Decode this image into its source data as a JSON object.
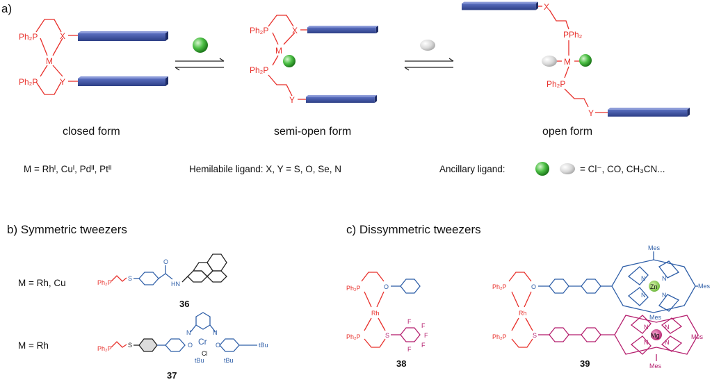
{
  "panel_a": {
    "label": "a)",
    "forms": {
      "closed": "closed form",
      "semi_open": "semi-open form",
      "open": "open form"
    },
    "atoms": {
      "phosphine": "Ph₂P",
      "phosphine_rev": "PPh₂",
      "metal": "M",
      "x": "X",
      "y": "Y"
    },
    "legend_metal": "M = Rhᴵ, Cuᴵ, Pdᴵᴵ, Ptᴵᴵ",
    "legend_hemilabile": "Hemilabile ligand: X, Y = S, O, Se, N",
    "legend_ancillary_prefix": "Ancillary ligand:",
    "legend_ancillary_suffix": "= Cl⁻, CO, CH₃CN...",
    "colors": {
      "ligand": "#e8302b",
      "bar": "#3a4f9c",
      "green_ball": "#3fb23a",
      "grey_ball": "#d4d4d4"
    }
  },
  "panel_b": {
    "title": "b) Symmetric tweezers",
    "row1_metal": "M = Rh, Cu",
    "row2_metal": "M = Rh",
    "cmpd36": "36",
    "cmpd37": "37",
    "atoms36": {
      "p": "Ph₂P",
      "s": "S",
      "o": "O",
      "nh": "HN"
    },
    "atoms37": {
      "p": "Ph₂P",
      "s": "S",
      "n1": "N",
      "n2": "N",
      "cr": "Cr",
      "cl": "Cl",
      "o1": "O",
      "o2": "O",
      "tbu1": "tBu",
      "tbu2": "tBu",
      "tbu3": "tBu"
    }
  },
  "panel_c": {
    "title": "c) Dissymmetric tweezers",
    "cmpd38": "38",
    "cmpd39": "39",
    "atoms38": {
      "p1": "Ph₂P",
      "p2": "Ph₂P",
      "rh": "Rh",
      "o": "O",
      "s": "S",
      "f": "F"
    },
    "atoms39": {
      "p1": "Ph₂P",
      "p2": "Ph₂P",
      "rh": "Rh",
      "o": "O",
      "s": "S",
      "zn": "Zn",
      "mg": "Mg",
      "n": "N",
      "mes": "Mes"
    }
  }
}
